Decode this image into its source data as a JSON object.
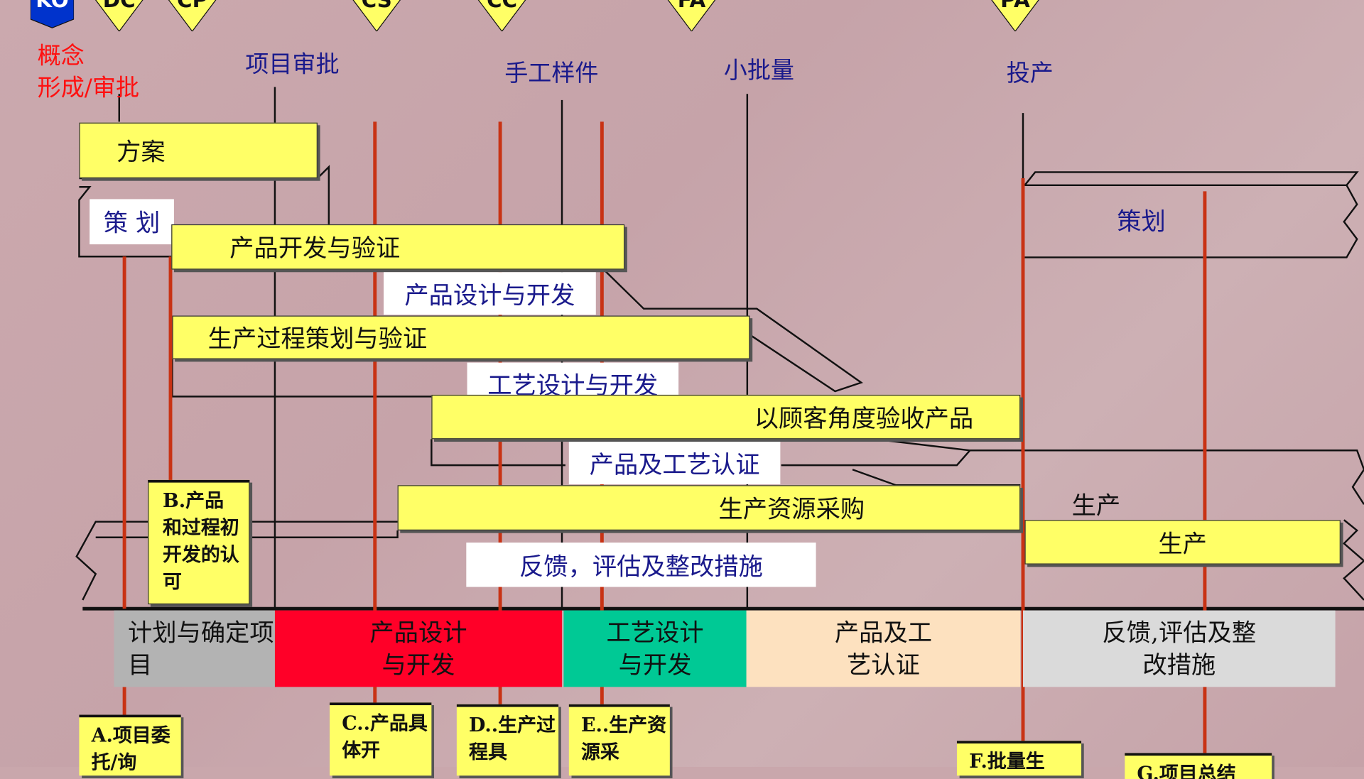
{
  "milestones": [
    {
      "code": "KO",
      "color": "#0033cc"
    },
    {
      "code": "DC",
      "color": "#ffff66"
    },
    {
      "code": "CP",
      "color": "#ffff66"
    },
    {
      "code": "CS",
      "color": "#ffff66"
    },
    {
      "code": "CC",
      "color": "#ffff66"
    },
    {
      "code": "FA",
      "color": "#ffff66"
    },
    {
      "code": "PA",
      "color": "#ffff66"
    }
  ],
  "stage_labels": {
    "concept_1": "概念",
    "concept_2": "形成/审批",
    "project_approval": "项目审批",
    "prototype": "手工样件",
    "small_batch": "小批量",
    "production_start": "投产"
  },
  "bars": {
    "plan_scheme": "方案",
    "planning": "策 划",
    "product_dev_verify": "产品开发与验证",
    "product_design_dev": "产品设计与开发",
    "process_plan_verify": "生产过程策划与验证",
    "process_design_dev": "工艺设计与开发",
    "customer_acceptance": "以顾客角度验收产品",
    "product_process_cert": "产品及工艺认证",
    "resource_purchase": "生产资源采购",
    "feedback": "反馈，评估及整改措施",
    "right_planning": "策划",
    "right_production_label": "生产",
    "right_production": "生产"
  },
  "gate_b": "B.产品和过程初开发的认可",
  "phases": [
    {
      "label": "计划与确定项目",
      "color": "#b3b3b3"
    },
    {
      "label": "产品设计与开发",
      "color": "#ff0028"
    },
    {
      "label": "工艺设计与开发",
      "color": "#00c995"
    },
    {
      "label": "产品及工艺认证",
      "color": "#fde1bf"
    },
    {
      "label": "反馈,评估及整改措施",
      "color": "#dadada"
    }
  ],
  "gates_bottom": [
    "A.项目委托/询",
    "C..产品具体开",
    "D..生产过程具",
    "E..生产资源采",
    "F.批量生",
    "G.项目总结"
  ]
}
